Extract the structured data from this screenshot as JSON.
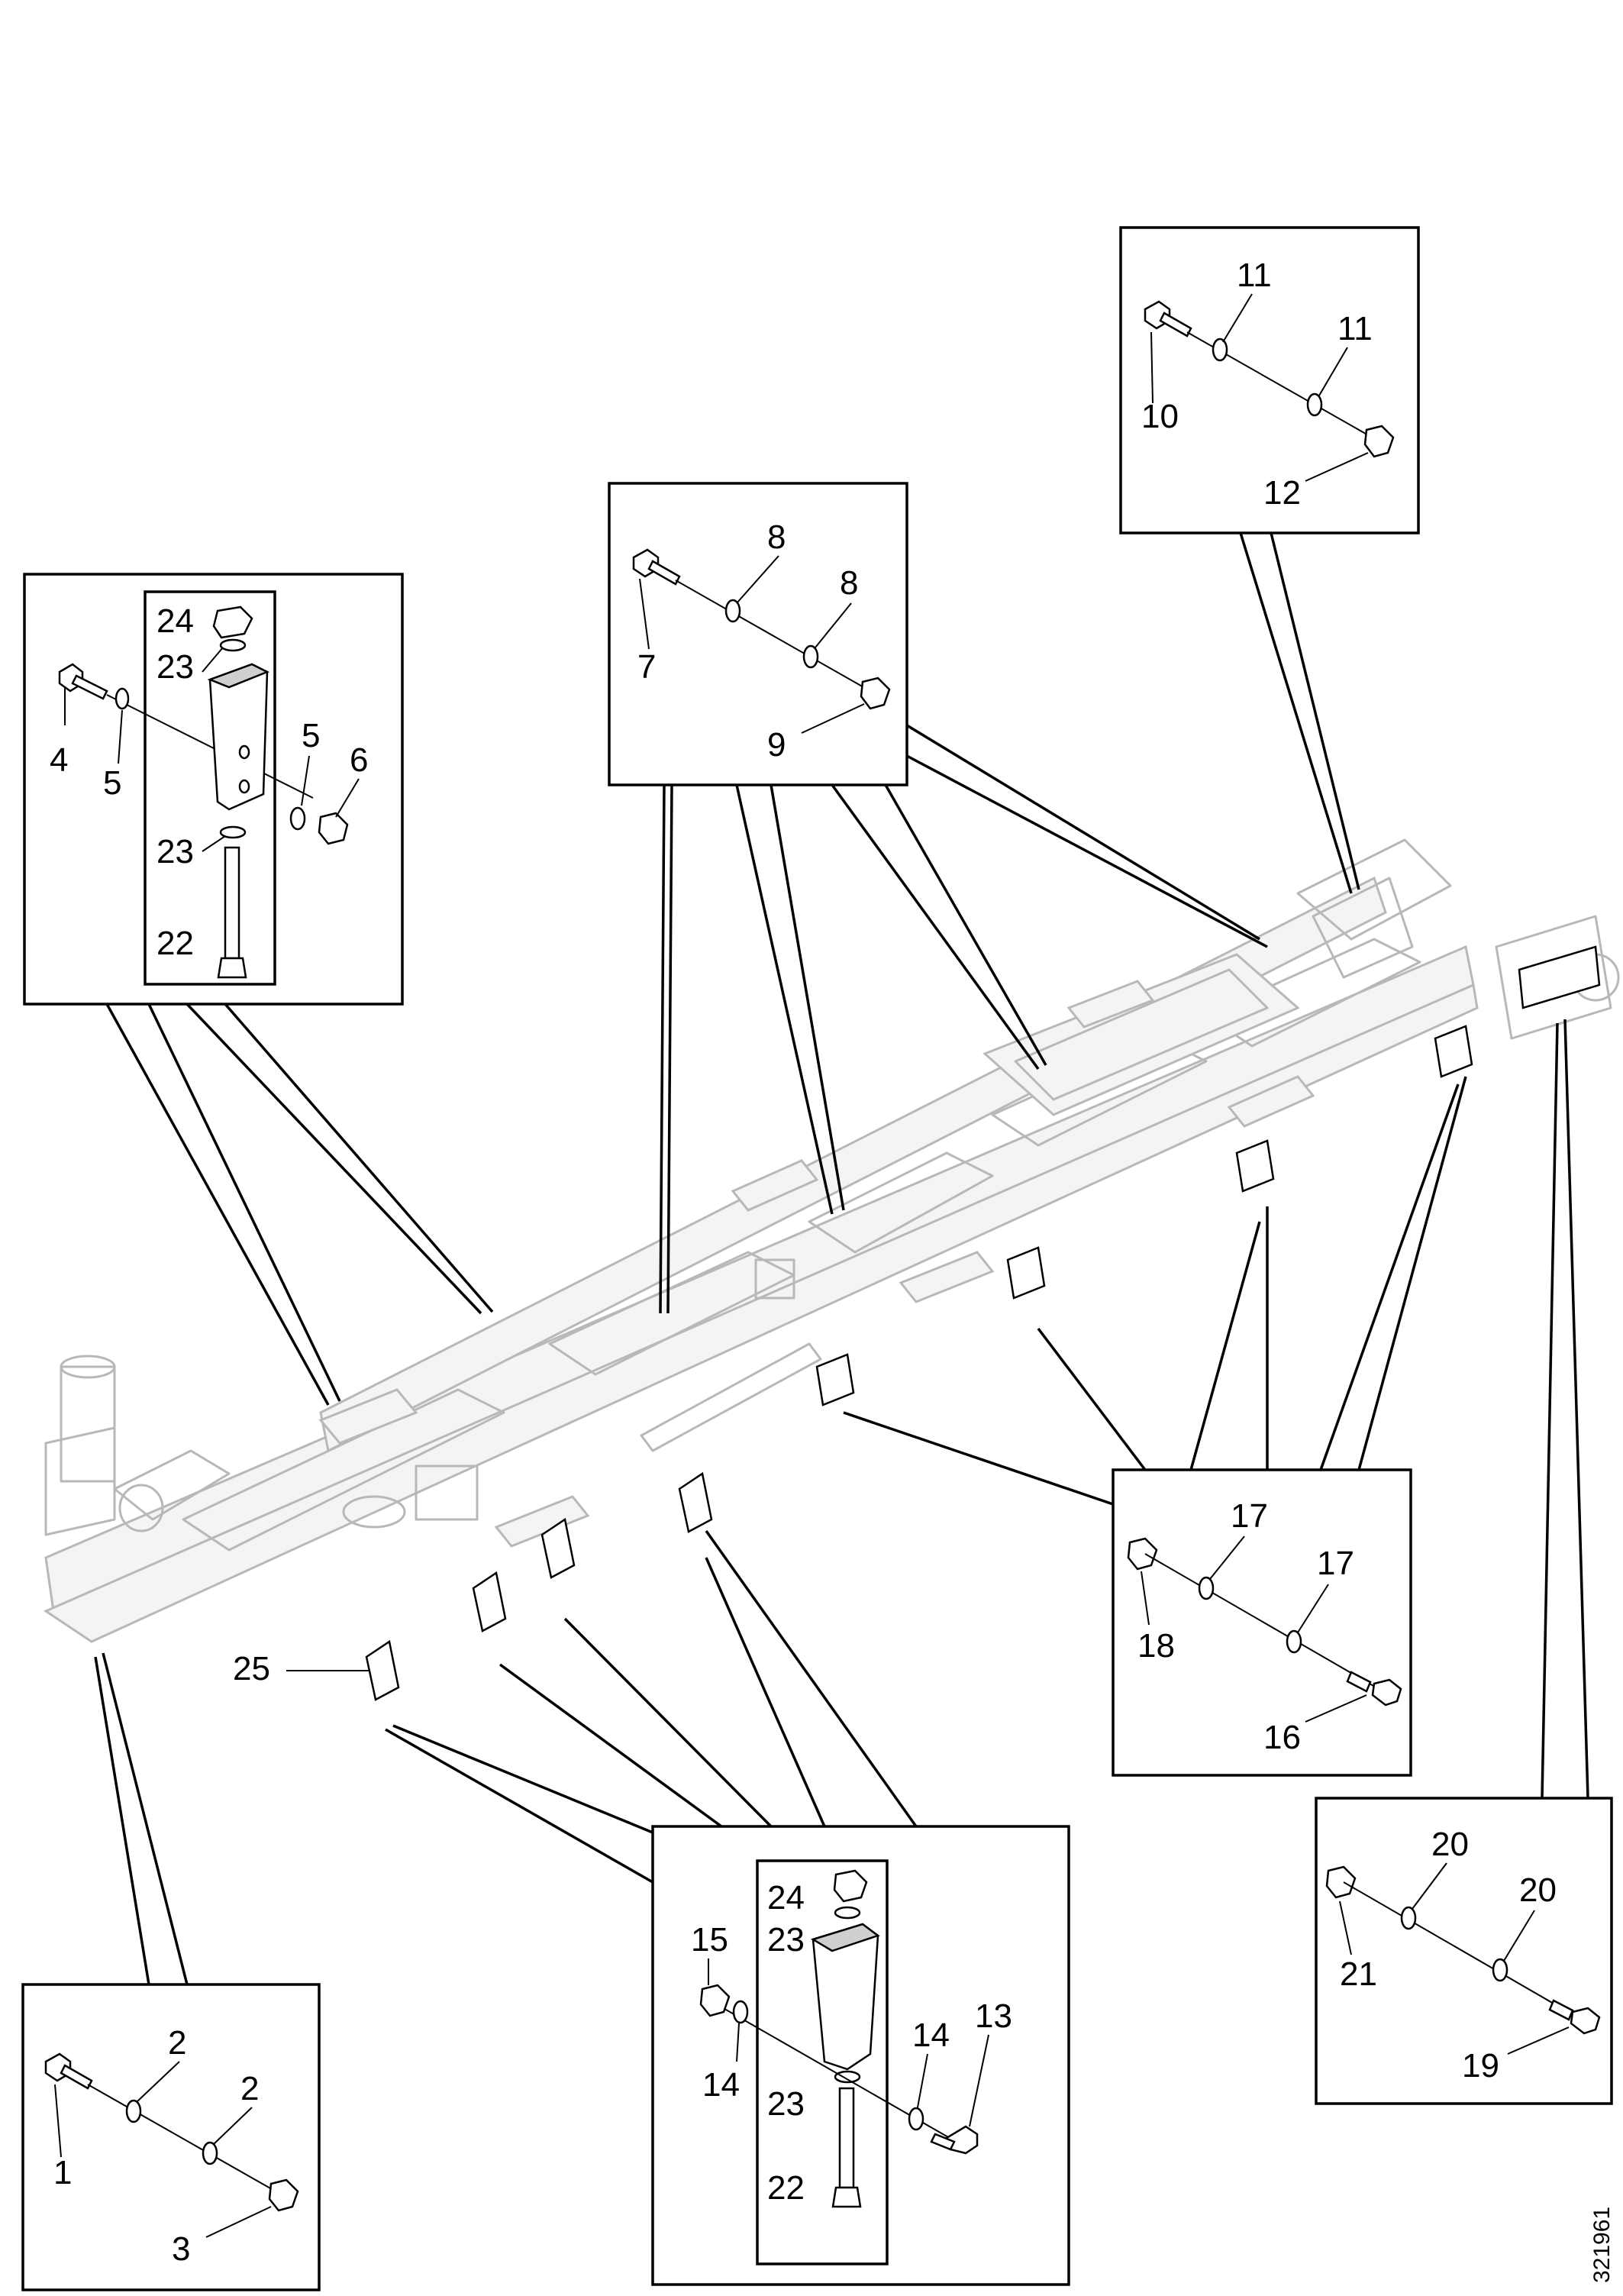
{
  "drawing_number": "321961",
  "callouts": {
    "c1": "1",
    "c2a": "2",
    "c2b": "2",
    "c3": "3",
    "c4": "4",
    "c5a": "5",
    "c5b": "5",
    "c6": "6",
    "c7": "7",
    "c8a": "8",
    "c8b": "8",
    "c9": "9",
    "c10": "10",
    "c11a": "11",
    "c11b": "11",
    "c12": "12",
    "c13": "13",
    "c14a": "14",
    "c14b": "14",
    "c15": "15",
    "c16": "16",
    "c17a": "17",
    "c17b": "17",
    "c18": "18",
    "c19": "19",
    "c20a": "20",
    "c20b": "20",
    "c21": "21",
    "c22a": "22",
    "c22b": "22",
    "c23a": "23",
    "c23b": "23",
    "c23c": "23",
    "c23d": "23",
    "c24a": "24",
    "c24b": "24",
    "c25": "25"
  }
}
